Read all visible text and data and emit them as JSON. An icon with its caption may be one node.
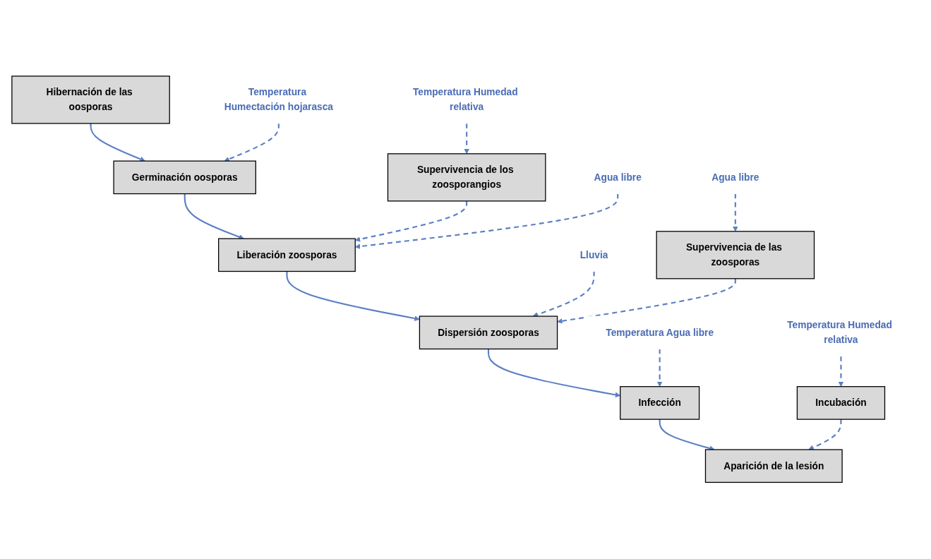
{
  "diagram": {
    "nodes": [
      {
        "text": [
          "Hibernación de las oosporas"
        ]
      },
      {
        "text": [
          "Temperatura Humectación hojarasca"
        ]
      },
      {
        "text": [
          "Germinación oosporas"
        ]
      },
      {
        "text": [
          "Supervivencia de los zoosporangios"
        ]
      },
      {
        "text": [
          "Temperatura Humedad relativa"
        ]
      },
      {
        "text": [
          "Liberación zoosporas"
        ]
      },
      {
        "text": [
          "Agua libre"
        ]
      },
      {
        "text": [
          "Lluvia"
        ]
      },
      {
        "text": [
          "Dispersión zoosporas"
        ]
      },
      {
        "text": [
          "Temperatura Agua libre"
        ]
      },
      {
        "text": [
          "Infección"
        ]
      },
      {
        "text": [
          "Aparición de la lesión"
        ]
      },
      {
        "text": [
          "Incubación"
        ]
      },
      {
        "text": [
          "Temperatura Humedad relativa"
        ]
      },
      {
        "text": [
          "Supervivencia de las zoosporas"
        ]
      },
      {
        "text": [
          "Agua libre"
        ]
      }
    ],
    "edges": [
      {
        "from": 0,
        "to": 2,
        "arrow": "to"
      },
      {
        "from": 1,
        "to": 2,
        "arrow": "to",
        "style": "dashed"
      },
      {
        "from": 2,
        "to": 5,
        "arrow": "to"
      },
      {
        "from": 3,
        "to": 5,
        "arrow": "to",
        "style": "dashed"
      },
      {
        "from": 4,
        "to": 3,
        "arrow": "to",
        "style": "dashed"
      },
      {
        "from": 6,
        "to": 5,
        "arrow": "to",
        "style": "dashed"
      },
      {
        "from": 5,
        "to": 8,
        "arrow": "to"
      },
      {
        "from": 7,
        "to": 8,
        "arrow": "to",
        "style": "dashed"
      },
      {
        "from": 14,
        "to": 8,
        "arrow": "to",
        "style": "dashed"
      },
      {
        "from": 15,
        "to": 14,
        "arrow": "to",
        "style": "dashed"
      },
      {
        "from": 8,
        "to": 10,
        "arrow": "to"
      },
      {
        "from": 9,
        "to": 10,
        "arrow": "to",
        "style": "dashed"
      },
      {
        "from": 10,
        "to": 11,
        "arrow": "to"
      },
      {
        "from": 12,
        "to": 11,
        "arrow": "to",
        "style": "dashed"
      },
      {
        "from": 13,
        "to": 12,
        "arrow": "to",
        "style": "dashed"
      }
    ]
  }
}
